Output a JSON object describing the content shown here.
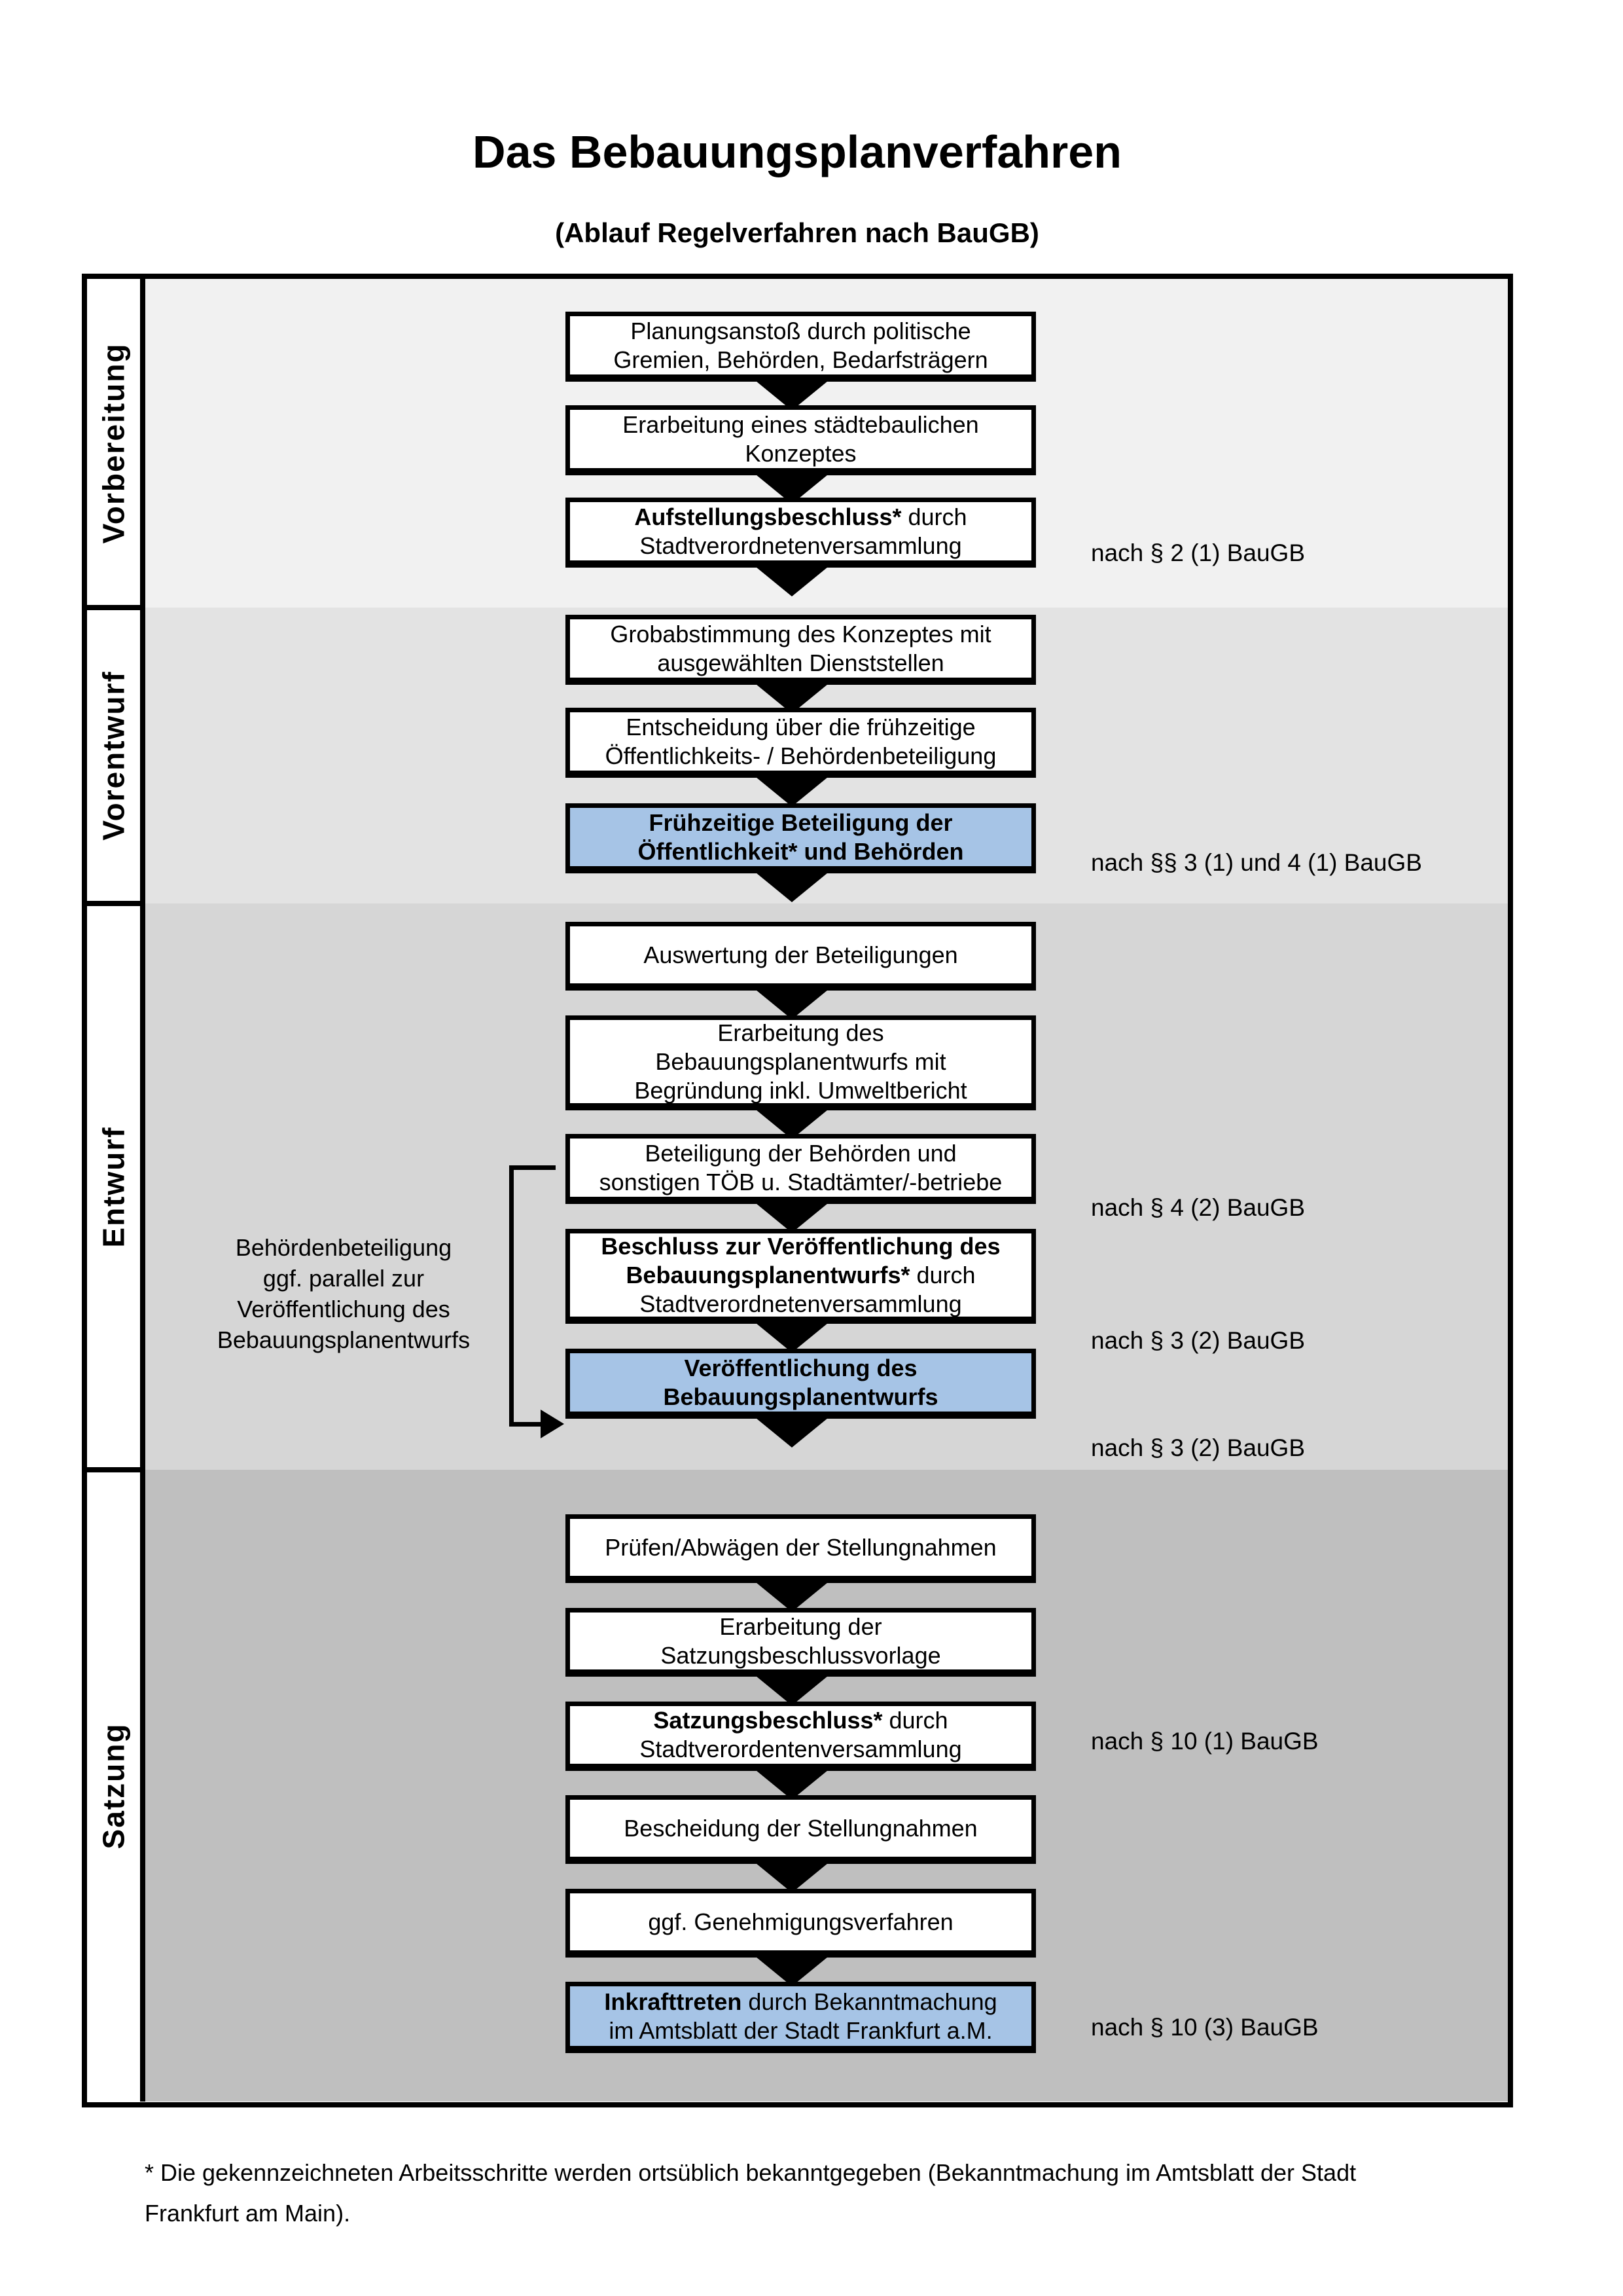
{
  "title": "Das Bebauungsplanverfahren",
  "subtitle": "(Ablauf Regelverfahren nach BauGB)",
  "footnote": "* Die gekennzeichneten Arbeitsschritte werden ortsüblich bekanntgegeben (Bekanntmachung im Amtsblatt  der Stadt\nFrankfurt am Main).",
  "colors": {
    "line": "#000000",
    "box_background": "#ffffff",
    "highlight_box_background": "#a6c4e6",
    "section_backgrounds": [
      "#f1f1f1",
      "#e3e3e3",
      "#d6d6d6",
      "#bfbfbf"
    ]
  },
  "phases": [
    {
      "label": "Vorbereitung",
      "steps": [
        {
          "lines": [
            [
              {
                "text": "Planungsanstoß durch politische",
                "bold": false
              }
            ],
            [
              {
                "text": "Gremien, Behörden, Bedarfsträgern",
                "bold": false
              }
            ]
          ],
          "highlight": false
        },
        {
          "lines": [
            [
              {
                "text": "Erarbeitung eines städtebaulichen",
                "bold": false
              }
            ],
            [
              {
                "text": "Konzeptes",
                "bold": false
              }
            ]
          ],
          "highlight": false
        },
        {
          "lines": [
            [
              {
                "text": "Aufstellungsbeschluss*",
                "bold": true
              },
              {
                "text": " durch",
                "bold": false
              }
            ],
            [
              {
                "text": "Stadtverordnetenversammlung",
                "bold": false
              }
            ]
          ],
          "highlight": false,
          "ref": "nach § 2 (1) BauGB"
        }
      ]
    },
    {
      "label": "Vorentwurf",
      "steps": [
        {
          "lines": [
            [
              {
                "text": "Grobabstimmung des Konzeptes mit",
                "bold": false
              }
            ],
            [
              {
                "text": "ausgewählten Dienststellen",
                "bold": false
              }
            ]
          ],
          "highlight": false
        },
        {
          "lines": [
            [
              {
                "text": "Entscheidung über die frühzeitige",
                "bold": false
              }
            ],
            [
              {
                "text": "Öffentlichkeits- / Behördenbeteiligung",
                "bold": false
              }
            ]
          ],
          "highlight": false
        },
        {
          "lines": [
            [
              {
                "text": "Frühzeitige Beteiligung der",
                "bold": true
              }
            ],
            [
              {
                "text": "Öffentlichkeit* und Behörden",
                "bold": true
              }
            ]
          ],
          "highlight": true,
          "ref": "nach §§ 3 (1) und 4 (1) BauGB"
        }
      ]
    },
    {
      "label": "Entwurf",
      "note": "Behördenbeteiligung\nggf. parallel zur\nVeröffentlichung des\nBebauungsplanentwurfs",
      "steps": [
        {
          "lines": [
            [
              {
                "text": "Auswertung der Beteiligungen",
                "bold": false
              }
            ]
          ],
          "highlight": false
        },
        {
          "lines": [
            [
              {
                "text": "Erarbeitung des",
                "bold": false
              }
            ],
            [
              {
                "text": "Bebauungsplanentwurfs mit",
                "bold": false
              }
            ],
            [
              {
                "text": "Begründung inkl. Umweltbericht",
                "bold": false
              }
            ]
          ],
          "highlight": false
        },
        {
          "lines": [
            [
              {
                "text": "Beteiligung der Behörden und",
                "bold": false
              }
            ],
            [
              {
                "text": "sonstigen TÖB u. Stadtämter/-betriebe",
                "bold": false
              }
            ]
          ],
          "highlight": false,
          "ref": "nach § 4 (2) BauGB"
        },
        {
          "lines": [
            [
              {
                "text": "Beschluss zur Veröffentlichung des",
                "bold": true
              }
            ],
            [
              {
                "text": "Bebauungsplanentwurfs*",
                "bold": true
              },
              {
                "text": " durch",
                "bold": false
              }
            ],
            [
              {
                "text": "Stadtverordnetenversammlung",
                "bold": false
              }
            ]
          ],
          "highlight": false,
          "ref": "nach § 3 (2) BauGB"
        },
        {
          "lines": [
            [
              {
                "text": "Veröffentlichung des",
                "bold": true
              }
            ],
            [
              {
                "text": "Bebauungsplanentwurfs",
                "bold": true
              }
            ]
          ],
          "highlight": true,
          "ref": "nach § 3 (2) BauGB"
        }
      ]
    },
    {
      "label": "Satzung",
      "steps": [
        {
          "lines": [
            [
              {
                "text": "Prüfen/Abwägen der Stellungnahmen",
                "bold": false
              }
            ]
          ],
          "highlight": false
        },
        {
          "lines": [
            [
              {
                "text": "Erarbeitung der",
                "bold": false
              }
            ],
            [
              {
                "text": "Satzungsbeschlussvorlage",
                "bold": false
              }
            ]
          ],
          "highlight": false
        },
        {
          "lines": [
            [
              {
                "text": "Satzungsbeschluss*",
                "bold": true
              },
              {
                "text": " durch",
                "bold": false
              }
            ],
            [
              {
                "text": "Stadtverordentenversammlung",
                "bold": false
              }
            ]
          ],
          "highlight": false,
          "ref": "nach § 10 (1) BauGB"
        },
        {
          "lines": [
            [
              {
                "text": "Bescheidung der Stellungnahmen",
                "bold": false
              }
            ]
          ],
          "highlight": false
        },
        {
          "lines": [
            [
              {
                "text": "ggf. Genehmigungsverfahren",
                "bold": false
              }
            ]
          ],
          "highlight": false
        },
        {
          "lines": [
            [
              {
                "text": "Inkrafttreten",
                "bold": true
              },
              {
                "text": " durch Bekanntmachung",
                "bold": false
              }
            ],
            [
              {
                "text": "im Amtsblatt der Stadt Frankfurt a.M.",
                "bold": false
              }
            ]
          ],
          "highlight": true,
          "ref": "nach § 10 (3) BauGB"
        }
      ]
    }
  ]
}
